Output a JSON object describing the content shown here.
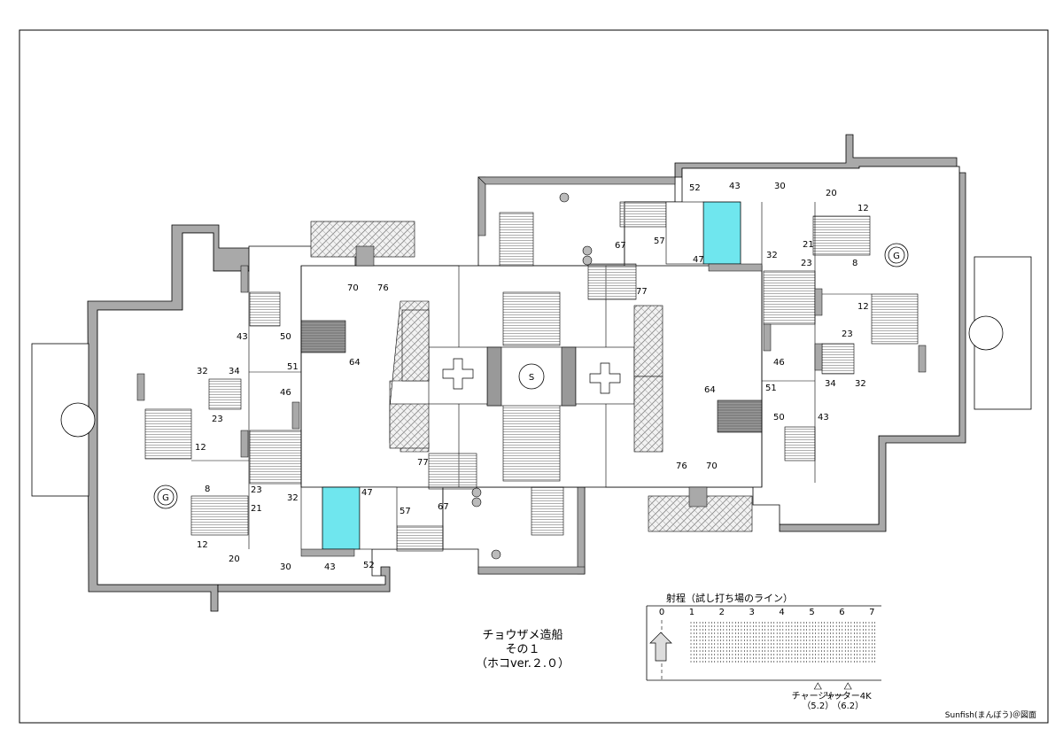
{
  "title": {
    "line1": "チョウザメ造船",
    "line2": "その１",
    "line3": "（ホコver.２.０）"
  },
  "credit": "Sunfish(まんぼう)＠図面",
  "markers": {
    "goal": "G",
    "spawn": "S"
  },
  "scale": {
    "title": "射程（試し打ち場のライン）",
    "ticks": [
      "0",
      "1",
      "2",
      "3",
      "4",
      "5",
      "6",
      "7"
    ],
    "weapons": [
      {
        "name": "チャージャー",
        "range": "（5.2）",
        "value": 5.2
      },
      {
        "name": "リッター4K",
        "range": "（6.2）",
        "value": 6.2
      }
    ]
  },
  "height_labels_left": [
    "70",
    "76",
    "43",
    "50",
    "51",
    "64",
    "32",
    "34",
    "23",
    "46",
    "12",
    "8",
    "23",
    "21",
    "32",
    "47",
    "57",
    "67",
    "77",
    "12",
    "20",
    "30",
    "43",
    "52"
  ],
  "height_labels_right": [
    "52",
    "43",
    "30",
    "20",
    "12",
    "67",
    "57",
    "77",
    "47",
    "32",
    "21",
    "23",
    "8",
    "12",
    "23",
    "46",
    "34",
    "32",
    "64",
    "51",
    "50",
    "43",
    "76",
    "70"
  ],
  "colors": {
    "wall": "#a9a9a9",
    "water": "#6fe6ee",
    "line": "#000000"
  }
}
